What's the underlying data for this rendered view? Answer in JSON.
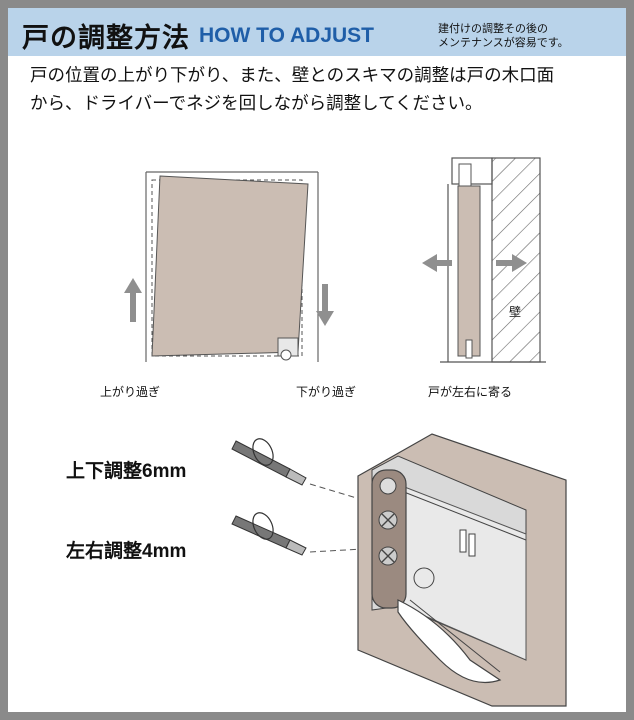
{
  "header": {
    "title_jp": "戸の調整方法",
    "title_en": "HOW TO ADJUST",
    "note_line1": "建付けの調整その後の",
    "note_line2": "メンテナンスが容易です。"
  },
  "intro": {
    "line1": "戸の位置の上がり下がり、また、壁とのスキマの調整は戸の木口面",
    "line2": "から、ドライバーでネジを回しながら調整してください。"
  },
  "diagram1": {
    "label_up": "上がり過ぎ",
    "label_down": "下がり過ぎ"
  },
  "diagram2": {
    "wall_label": "壁",
    "caption": "戸が左右に寄る"
  },
  "adjust": {
    "vertical": "上下調整6mm",
    "horizontal": "左右調整4mm"
  },
  "colors": {
    "header_bg": "#b9d3ea",
    "title_en": "#1f5ea8",
    "door": "#cbbdb3",
    "arrow": "#8f8f8f"
  }
}
